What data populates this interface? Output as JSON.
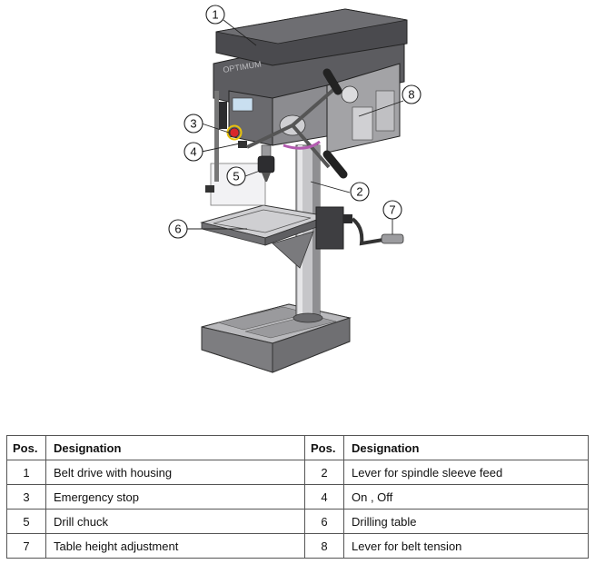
{
  "figure": {
    "machine_label": "OPTIMUM",
    "callouts": [
      "1",
      "2",
      "3",
      "4",
      "5",
      "6",
      "7",
      "8"
    ]
  },
  "table": {
    "headers": [
      "Pos.",
      "Designation",
      "Pos.",
      "Designation"
    ],
    "rows": [
      [
        "1",
        "Belt drive with housing",
        "2",
        "Lever for spindle sleeve feed"
      ],
      [
        "3",
        "Emergency stop",
        "4",
        "On , Off"
      ],
      [
        "5",
        "Drill chuck",
        "6",
        "Drilling table"
      ],
      [
        "7",
        "Table height adjustment",
        "8",
        "Lever for belt tension"
      ]
    ]
  }
}
